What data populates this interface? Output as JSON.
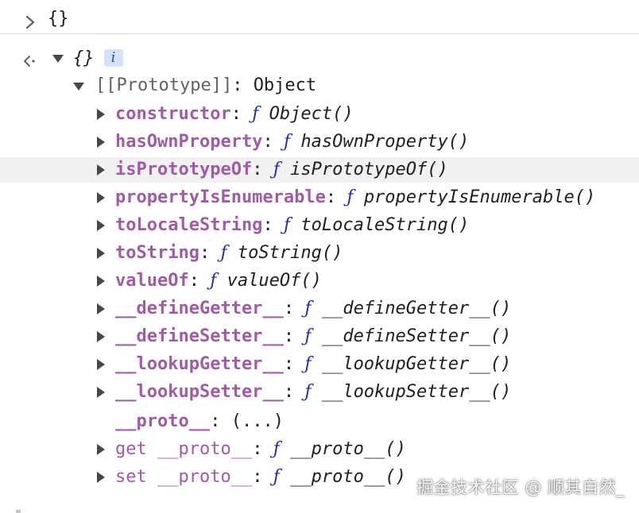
{
  "input": {
    "expression": "{}"
  },
  "result": {
    "summary": "{}",
    "info_badge": "i",
    "prototype": {
      "label": "[[Prototype]]",
      "colon": ":",
      "value": "Object"
    },
    "properties": [
      {
        "key": "constructor",
        "glyph": "ƒ",
        "value": "Object()",
        "expandable": true,
        "highlighted": false
      },
      {
        "key": "hasOwnProperty",
        "glyph": "ƒ",
        "value": "hasOwnProperty()",
        "expandable": true,
        "highlighted": false
      },
      {
        "key": "isPrototypeOf",
        "glyph": "ƒ",
        "value": "isPrototypeOf()",
        "expandable": true,
        "highlighted": true
      },
      {
        "key": "propertyIsEnumerable",
        "glyph": "ƒ",
        "value": "propertyIsEnumerable()",
        "expandable": true,
        "highlighted": false
      },
      {
        "key": "toLocaleString",
        "glyph": "ƒ",
        "value": "toLocaleString()",
        "expandable": true,
        "highlighted": false
      },
      {
        "key": "toString",
        "glyph": "ƒ",
        "value": "toString()",
        "expandable": true,
        "highlighted": false
      },
      {
        "key": "valueOf",
        "glyph": "ƒ",
        "value": "valueOf()",
        "expandable": true,
        "highlighted": false
      },
      {
        "key": "__defineGetter__",
        "glyph": "ƒ",
        "value": "__defineGetter__()",
        "expandable": true,
        "highlighted": false
      },
      {
        "key": "__defineSetter__",
        "glyph": "ƒ",
        "value": "__defineSetter__()",
        "expandable": true,
        "highlighted": false
      },
      {
        "key": "__lookupGetter__",
        "glyph": "ƒ",
        "value": "__lookupGetter__()",
        "expandable": true,
        "highlighted": false
      },
      {
        "key": "__lookupSetter__",
        "glyph": "ƒ",
        "value": "__lookupSetter__()",
        "expandable": true,
        "highlighted": false
      }
    ],
    "proto_accessor": {
      "key": "__proto__",
      "value": "(...)"
    },
    "accessors": [
      {
        "prefix": "get",
        "key": "__proto__",
        "glyph": "ƒ",
        "value": "__proto__()"
      },
      {
        "prefix": "set",
        "key": "__proto__",
        "glyph": "ƒ",
        "value": "__proto__()"
      }
    ]
  },
  "watermark": "掘金技术社区 @ 顺其自然_",
  "colors": {
    "key": "#a15ba6",
    "function_glyph": "#1b2eb6",
    "highlight_row": "#f1f1f1",
    "divider": "#d6dbe4",
    "info_badge_bg": "#d4e3fb"
  },
  "icons": {
    "prompt": "chevron-right-icon",
    "result": "result-arrow-icon",
    "expanded": "triangle-down-icon",
    "collapsed": "triangle-right-icon"
  }
}
